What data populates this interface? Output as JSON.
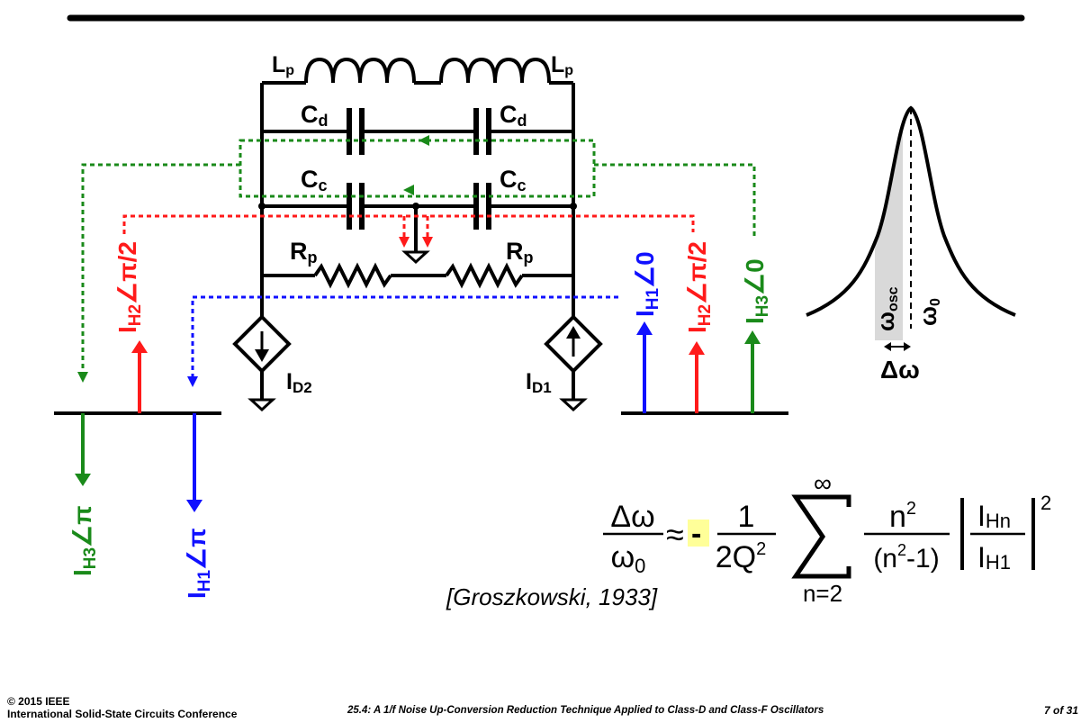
{
  "labels": {
    "lp_left": {
      "main": "L",
      "sub": "p"
    },
    "lp_right": {
      "main": "L",
      "sub": "p"
    },
    "cd_left": {
      "main": "C",
      "sub": "d"
    },
    "cd_right": {
      "main": "C",
      "sub": "d"
    },
    "cc_left": {
      "main": "C",
      "sub": "c"
    },
    "cc_right": {
      "main": "C",
      "sub": "c"
    },
    "rp_left": {
      "main": "R",
      "sub": "p"
    },
    "rp_right": {
      "main": "R",
      "sub": "p"
    },
    "id2": {
      "main": "I",
      "sub": "D2"
    },
    "id1": {
      "main": "I",
      "sub": "D1"
    }
  },
  "phasors": {
    "left_h2_up": {
      "main": "I",
      "sub": "H2",
      "angle": "∠π/2"
    },
    "left_h3_down": {
      "main": "I",
      "sub": "H3",
      "angle": "∠π"
    },
    "left_h1_down": {
      "main": "I",
      "sub": "H1",
      "angle": "∠π"
    },
    "right_h1": {
      "main": "I",
      "sub": "H1",
      "angle": "∠0"
    },
    "right_h2": {
      "main": "I",
      "sub": "H2",
      "angle": "∠π/2"
    },
    "right_h3": {
      "main": "I",
      "sub": "H3",
      "angle": "∠0"
    }
  },
  "resonance": {
    "w_osc": {
      "main": "ω",
      "sub": "osc"
    },
    "w0": {
      "main": "ω",
      "sub": "0"
    },
    "dw": "Δω"
  },
  "formula": {
    "lhs_num": "Δω",
    "lhs_den_main": "ω",
    "lhs_den_sub": "0",
    "approx": "≈",
    "minus": "-",
    "frac1_num": "1",
    "frac1_den": "2Q",
    "frac1_den_sup": "2",
    "sum_top": "∞",
    "sum_bottom": "n=2",
    "frac2_num": "n",
    "frac2_num_sup": "2",
    "frac2_den_open": "(n",
    "frac2_den_sup": "2",
    "frac2_den_close": "-1)",
    "ratio_num_main": "I",
    "ratio_num_sub": "Hn",
    "ratio_den_main": "I",
    "ratio_den_sub": "H1",
    "outer_sup": "2"
  },
  "citation": {
    "name": "[Groszkowski, ",
    "year": "1933]"
  },
  "footer": {
    "copyright": "© 2015 IEEE",
    "conference": "International Solid-State Circuits Conference",
    "title": "25.4: A 1/f Noise Up-Conversion Reduction Technique Applied to Class-D and Class-F Oscillators",
    "page": "7 of 31"
  },
  "colors": {
    "green": "#1a8a1a",
    "red": "#ff1a1a",
    "blue": "#1010ff",
    "black": "#000000",
    "highlight": "#ffff99",
    "shade": "#d9d9d9"
  }
}
